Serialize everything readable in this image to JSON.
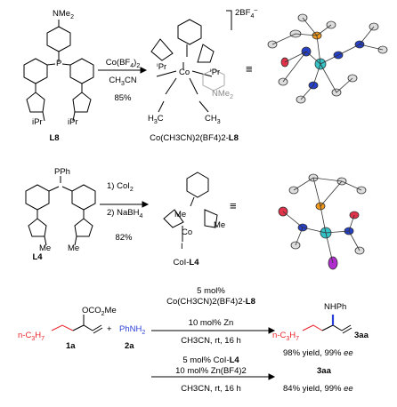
{
  "row1": {
    "ligand_label": "L8",
    "sub_nme2": "NMe",
    "sub_nme2_digit": "2",
    "sub_P": "P",
    "sub_ipr_left": "iPr",
    "sub_ipr_right": "iPr",
    "arrow_reagent": "Co(BF",
    "arrow_reagent_sub": "4",
    "arrow_reagent_tail": ")",
    "arrow_reagent_sub2": "2",
    "arrow_solvent": "CH",
    "arrow_solvent_sub": "3",
    "arrow_solvent_tail": "CN",
    "arrow_yield": "85%",
    "charge": "2BF",
    "charge_sub": "4",
    "charge_sup": "–",
    "complex_label": "Co(CH3CN)2(BF4)2-",
    "complex_label_bold": "L8",
    "equiv": "≡"
  },
  "row2": {
    "ligand_label": "L4",
    "sub_ph": "Ph",
    "sub_me_left": "Me",
    "sub_me_right": "Me",
    "step1": "1) CoI",
    "step1_sub": "2",
    "step2": "2) NaBH",
    "step2_sub": "4",
    "yield": "82%",
    "complex_label": "CoI-",
    "complex_label_bold": "L4",
    "equiv": "≡"
  },
  "row3": {
    "substrate_group": "OCO",
    "substrate_group_sub": "2",
    "substrate_group_tail": "Me",
    "substrate_chain": "n-C",
    "substrate_chain_sub": "3",
    "substrate_chain_h": "H",
    "substrate_chain_sub2": "7",
    "substrate_label": "1a",
    "plus": "+",
    "amine": "PhNH",
    "amine_sub": "2",
    "amine_label": "2a",
    "product_group": "NHPh",
    "product_chain": "n-C",
    "product_chain_sub": "3",
    "product_chain_h": "H",
    "product_chain_sub2": "7",
    "product_label": "3aa",
    "cond1_line1": "5 mol%",
    "cond1_line2": "Co(CH3CN)2(BF4)2-",
    "cond1_line2_bold": "L8",
    "cond1_line3": "10 mol% Zn",
    "cond1_line4": "CH3CN, rt, 16 h",
    "result1": "98% yield, 99% ",
    "result1_ee": "ee",
    "cond2_line1": "5 mol% CoI-",
    "cond2_line1_bold": "L4",
    "cond2_line2": "10 mol% Zn(BF4)2",
    "cond2_line3": "CH3CN, rt, 16 h",
    "result2_label": "3aa",
    "result2": "84% yield, 99% ",
    "result2_ee": "ee"
  },
  "colors": {
    "red": "#e8242a",
    "blue": "#2a3fd6",
    "cobalt": "#35c3c8",
    "phosphorus": "#f39a1e",
    "oxygen": "#e0334a",
    "nitrogen": "#2740c8",
    "iodine": "#b02ccf"
  }
}
